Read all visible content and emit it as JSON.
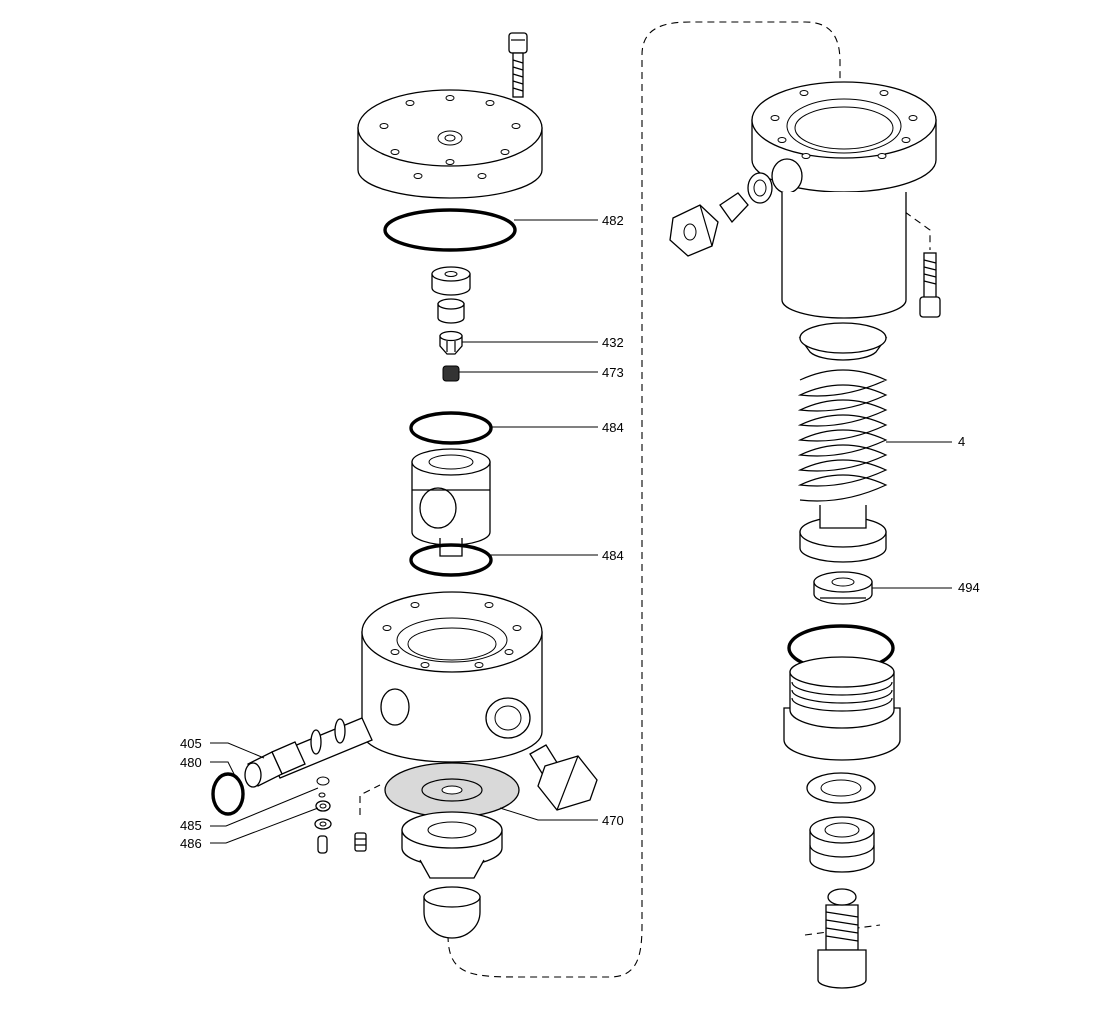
{
  "callouts": {
    "c482": "482",
    "c432": "432",
    "c473": "473",
    "c484a": "484",
    "c484b": "484",
    "c405": "405",
    "c480": "480",
    "c485": "485",
    "c486": "486",
    "c470": "470",
    "c4": "4",
    "c494": "494"
  },
  "colors": {
    "line": "#000000",
    "background": "#ffffff",
    "gasket_fill": "#d9d9d9",
    "dark_part": "#333333"
  }
}
